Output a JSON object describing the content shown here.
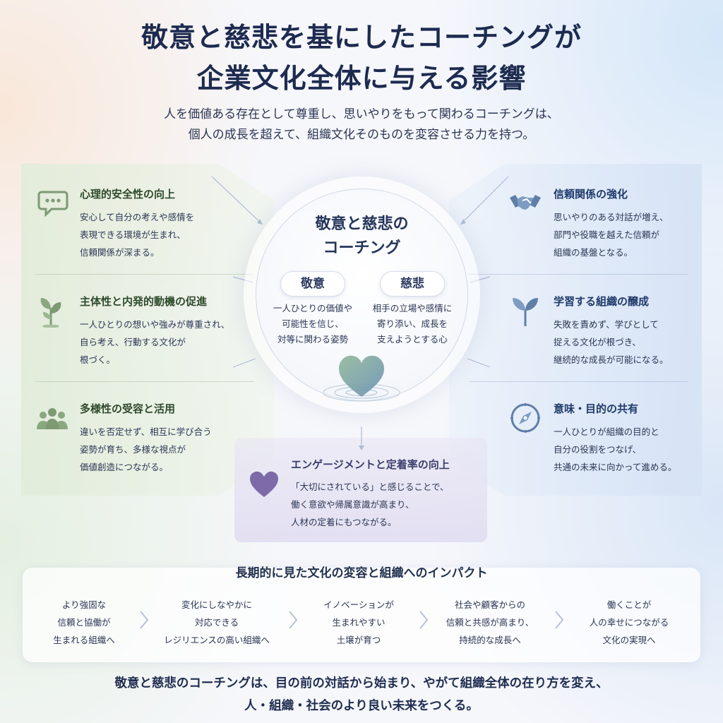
{
  "title": {
    "line1": "敬意と慈悲を基にしたコーチングが",
    "line2": "企業文化全体に与える影響"
  },
  "subtitle": {
    "line1": "人を価値ある存在として尊重し、思いやりをもって関わるコーチングは、",
    "line2": "個人の成長を超えて、組織文化そのものを変容させる力を持つ。"
  },
  "center": {
    "title_line1": "敬意と慈悲の",
    "title_line2": "コーチング",
    "respect": {
      "label": "敬意",
      "desc": [
        "一人ひとりの価値や",
        "可能性を信じ、",
        "対等に関わる姿勢"
      ]
    },
    "compassion": {
      "label": "慈悲",
      "desc": [
        "相手の立場や感情に",
        "寄り添い、成長を",
        "支えようとする心"
      ]
    },
    "heart_icon": "heart-ripple-icon"
  },
  "left_items": [
    {
      "icon": "speech-bubble-icon",
      "title": "心理的安全性の向上",
      "desc": [
        "安心して自分の考えや感情を",
        "表現できる環境が生まれ、",
        "信頼関係が深まる。"
      ]
    },
    {
      "icon": "sprout-icon",
      "title": "主体性と内発的動機の促進",
      "desc": [
        "一人ひとりの想いや強みが尊重され、",
        "自ら考え、行動する文化が",
        "根づく。"
      ]
    },
    {
      "icon": "people-group-icon",
      "title": "多様性の受容と活用",
      "desc": [
        "違いを否定せず、相互に学び合う",
        "姿勢が育ち、多様な視点が",
        "価値創造につながる。"
      ]
    }
  ],
  "right_items": [
    {
      "icon": "handshake-icon",
      "title": "信頼関係の強化",
      "desc": [
        "思いやりのある対話が増え、",
        "部門や役職を越えた信頼が",
        "組織の基盤となる。"
      ]
    },
    {
      "icon": "leaf-sprout-icon",
      "title": "学習する組織の醸成",
      "desc": [
        "失敗を責めず、学びとして",
        "捉える文化が根づき、",
        "継続的な成長が可能になる。"
      ]
    },
    {
      "icon": "compass-icon",
      "title": "意味・目的の共有",
      "desc": [
        "一人ひとりが組織の目的と",
        "自分の役割をつなげ、",
        "共通の未来に向かって進める。"
      ]
    }
  ],
  "bottom_item": {
    "icon": "heart-icon",
    "title": "エンゲージメントと定着率の向上",
    "desc": [
      "「大切にされている」と感じることで、",
      "働く意欲や帰属意識が高まり、",
      "人材の定着にもつながる。"
    ]
  },
  "impact": {
    "title": "長期的に見た文化の変容と組織へのインパクト",
    "steps": [
      [
        "より強固な",
        "信頼と協働が",
        "生まれる組織へ"
      ],
      [
        "変化にしなやかに",
        "対応できる",
        "レジリエンスの高い組織へ"
      ],
      [
        "イノベーションが",
        "生まれやすい",
        "土壌が育つ"
      ],
      [
        "社会や顧客からの",
        "信頼と共感が高まり、",
        "持続的な成長へ"
      ],
      [
        "働くことが",
        "人の幸せにつながる",
        "文化の実現へ"
      ]
    ]
  },
  "closing": {
    "line1": "敬意と慈悲のコーチングは、目の前の対話から始まり、やがて組織全体の在り方を変え、",
    "line2": "人・組織・社会のより良い未来をつくる。"
  },
  "colors": {
    "left_title": "#2f4a2c",
    "right_title": "#1f3a6a",
    "bottom_title": "#3a3f6b",
    "left_icon": "#7d9a74",
    "right_icon": "#5f7fa8",
    "heart": "#7d6aa8"
  }
}
